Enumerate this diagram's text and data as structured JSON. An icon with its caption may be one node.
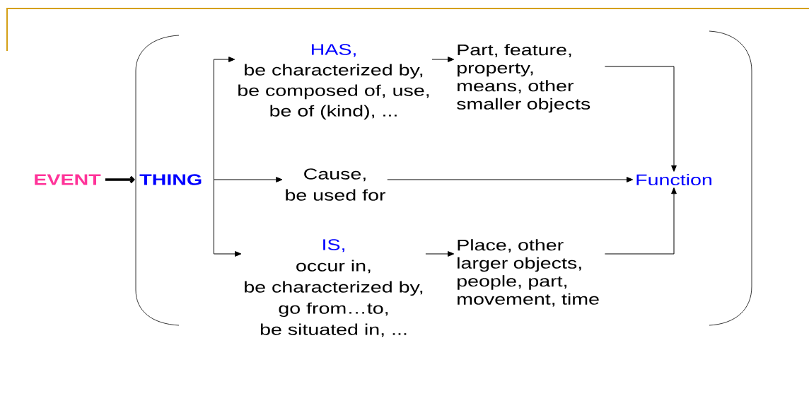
{
  "diagram": {
    "nodes": [
      {
        "text": [
          "EVENT"
        ]
      },
      {
        "text": [
          "THING"
        ]
      },
      {
        "text": [
          "HAS,",
          "be characterized by,",
          "be composed of, use,",
          "be of (kind), ..."
        ]
      },
      {
        "text": [
          "Part, feature, property, means, other smaller objects"
        ]
      },
      {
        "text": [
          "Cause,",
          "be used for"
        ]
      },
      {
        "text": [
          "Function"
        ]
      },
      {
        "text": [
          "IS,",
          "occur in,",
          "be characterized by,",
          "go from…to,",
          "be situated in, ..."
        ]
      },
      {
        "text": [
          "Place, other larger objects, people, part, movement, time"
        ]
      }
    ],
    "edges": [
      {
        "from": 0,
        "to": 1,
        "arrow": "to",
        "style": "thick"
      },
      {
        "from": 1,
        "to": 2,
        "arrow": "to"
      },
      {
        "from": 1,
        "to": 4,
        "arrow": "to"
      },
      {
        "from": 1,
        "to": 6,
        "arrow": "to"
      },
      {
        "from": 2,
        "to": 3,
        "arrow": "to"
      },
      {
        "from": 3,
        "to": 5,
        "arrow": "to"
      },
      {
        "from": 4,
        "to": 5,
        "arrow": "to"
      },
      {
        "from": 6,
        "to": 7,
        "arrow": "to"
      },
      {
        "from": 7,
        "to": 5,
        "arrow": "to"
      }
    ]
  }
}
